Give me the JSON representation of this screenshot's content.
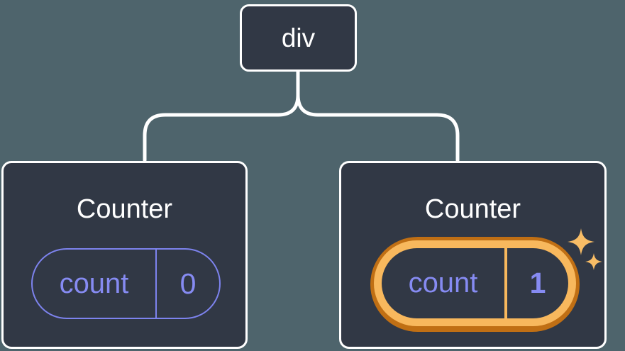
{
  "page": {
    "background_color": "#4e646c",
    "description": "React component tree diagram: div root with two Counter children"
  },
  "tree": {
    "root": {
      "label": "div"
    },
    "children": [
      {
        "title": "Counter",
        "state": {
          "name": "count",
          "value": "0"
        },
        "highlighted": false
      },
      {
        "title": "Counter",
        "state": {
          "name": "count",
          "value": "1"
        },
        "highlighted": true
      }
    ]
  },
  "colors": {
    "card_background": "#313845",
    "card_border": "#ffffff",
    "connector_line": "#ffffff",
    "state_text_purple": "#868bf2",
    "pill_border_purple": "#7d83ee",
    "highlight_ring_outer_orange": "#c06f14",
    "highlight_ring_inner_orange": "#f8b85d",
    "sparkle_orange": "#f8bd66"
  },
  "icons": {
    "sparkles": "✦"
  }
}
